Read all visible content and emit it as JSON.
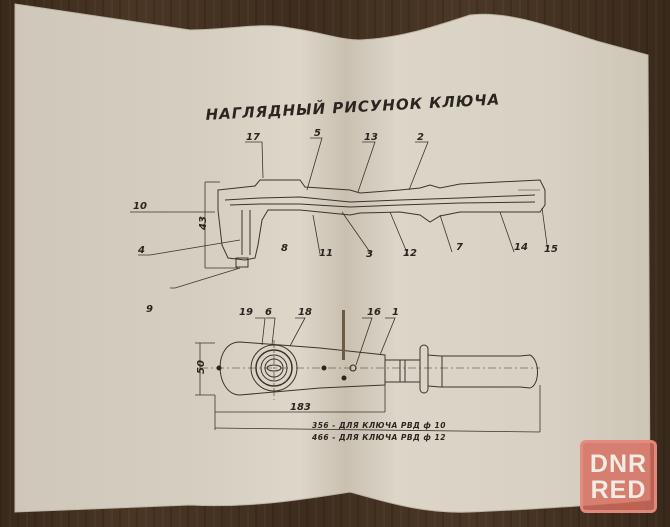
{
  "document": {
    "title": "НАГЛЯДНЫЙ РИСУНОК КЛЮЧА",
    "side_view": {
      "labels": [
        "17",
        "5",
        "13",
        "2",
        "10",
        "4",
        "8",
        "11",
        "3",
        "12",
        "7",
        "14",
        "15",
        "9"
      ],
      "dimension": "43"
    },
    "top_view": {
      "labels": [
        "19",
        "6",
        "18",
        "16",
        "1"
      ],
      "dimension_height": "50",
      "dimension_length": "183",
      "notes": [
        "356 - ДЛЯ КЛЮЧА РВД ф 10",
        "466 - ДЛЯ КЛЮЧА РВД ф 12"
      ]
    }
  },
  "watermark": {
    "line1": "DNR",
    "line2": "RED",
    "color": "#d76e5f"
  },
  "colors": {
    "paper": "#d9d2c4",
    "ink": "#2a2520",
    "wood": "#3e2d1f"
  }
}
